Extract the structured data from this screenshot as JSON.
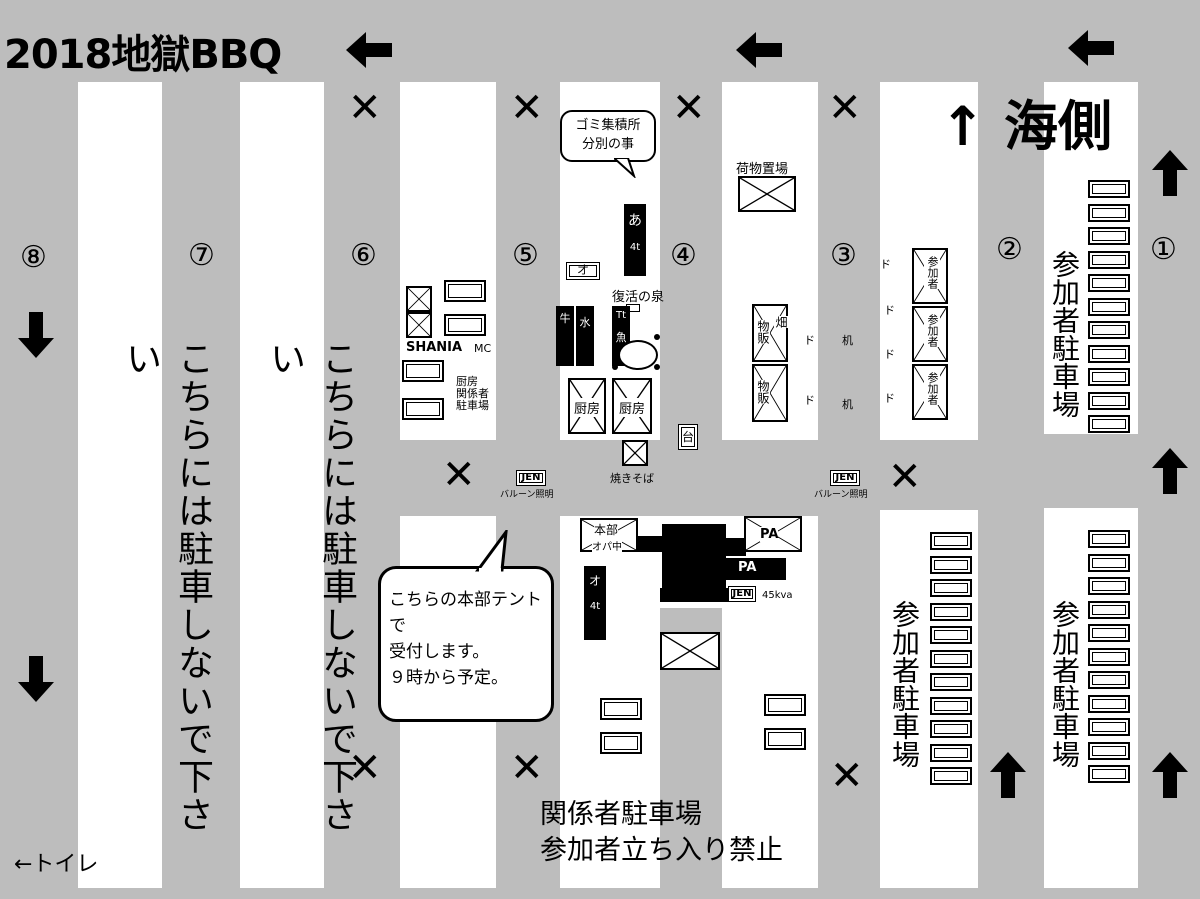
{
  "title": "2018地獄BBQ",
  "sea_label": "↑ 海側",
  "lanes": [
    "①",
    "②",
    "③",
    "④",
    "⑤",
    "⑥",
    "⑦",
    "⑧"
  ],
  "no_parking_text": "こちらには駐車しないで下さい",
  "participant_parking": "参加者駐車場",
  "reception_bubble": {
    "line1": "こちらの本部テントで",
    "line2": "受付します。",
    "line3": "９時から予定。"
  },
  "garbage_bubble": {
    "line1": "ゴミ集積所",
    "line2": "分別の事"
  },
  "staff_parking_line1": "関係者駐車場",
  "staff_parking_line2": "参加者立ち入り禁止",
  "toilet": "←トイレ",
  "labels": {
    "luggage": "荷物置場",
    "truck_a": "あ",
    "truck_4t": "4t",
    "truck_o": "オ",
    "o_box": "オ",
    "fountain": "復活の泉",
    "shania": "SHANIA",
    "mc": "MC",
    "kitchen": "厨房",
    "staff_parking_small": "厨房\n関係者\n駐車場",
    "yakisoba": "焼きそば",
    "dai": "台",
    "jen": "JEN",
    "balloon": "バルーン照明",
    "honbu": "本部",
    "opa": "オパ中",
    "pa": "PA",
    "kva": "45kva",
    "sales": "物販",
    "hatake": "畑",
    "do": "ド",
    "tsukue": "机",
    "sanka": "参加者",
    "tt": "Tt",
    "sakana": "魚",
    "gyu": "牛",
    "mizu": "水",
    "mizu2": "・水"
  },
  "colors": {
    "road": "#bdbdbd",
    "strip": "#ffffff",
    "ink": "#000000"
  }
}
